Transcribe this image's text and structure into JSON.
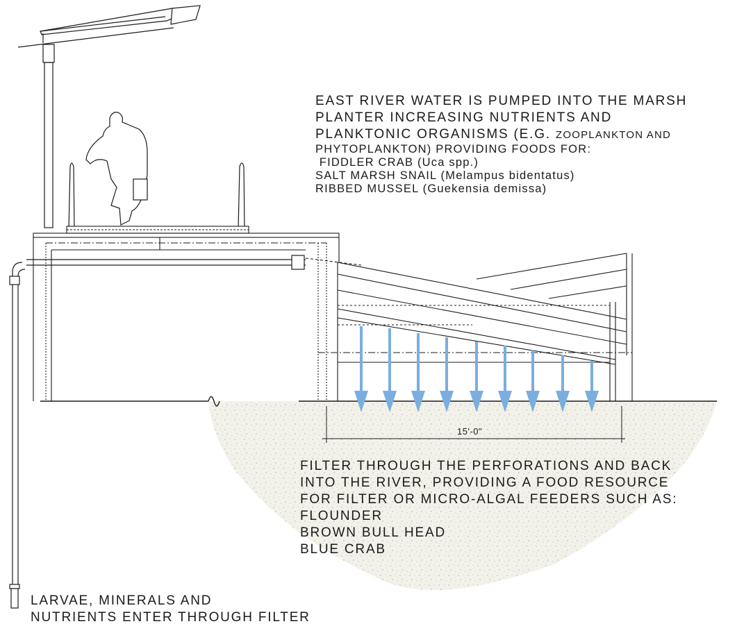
{
  "top_note": {
    "lines": [
      "EAST RIVER WATER IS PUMPED INTO THE MARSH",
      "PLANTER INCREASING NUTRIENTS AND",
      "PLANKTONIC ORGANISMS (E.G."
    ],
    "line3_small": "ZOOPLANKTON AND",
    "sub_lines": [
      "PHYTOPLANKTON) PROVIDING FOODS FOR:",
      " FIDDLER CRAB (Uca spp.)",
      "SALT MARSH SNAIL (Melampus bidentatus)",
      "RIBBED MUSSEL (Guekensia demissa)"
    ]
  },
  "dimension": "15'-0\"",
  "filter_note": [
    "FILTER THROUGH THE PERFORATIONS AND BACK",
    "INTO THE RIVER, PROVIDING A FOOD RESOURCE",
    "FOR FILTER OR MICRO-ALGAL FEEDERS SUCH AS:",
    "FLOUNDER",
    "BROWN BULL HEAD",
    "BLUE CRAB"
  ],
  "intake_note": [
    "LARVAE, MINERALS AND",
    "NUTRIENTS ENTER THROUGH FILTER"
  ],
  "colors": {
    "arrow": "#7aaee0",
    "line": "#1a1a1a",
    "ground": "#efeee6"
  }
}
